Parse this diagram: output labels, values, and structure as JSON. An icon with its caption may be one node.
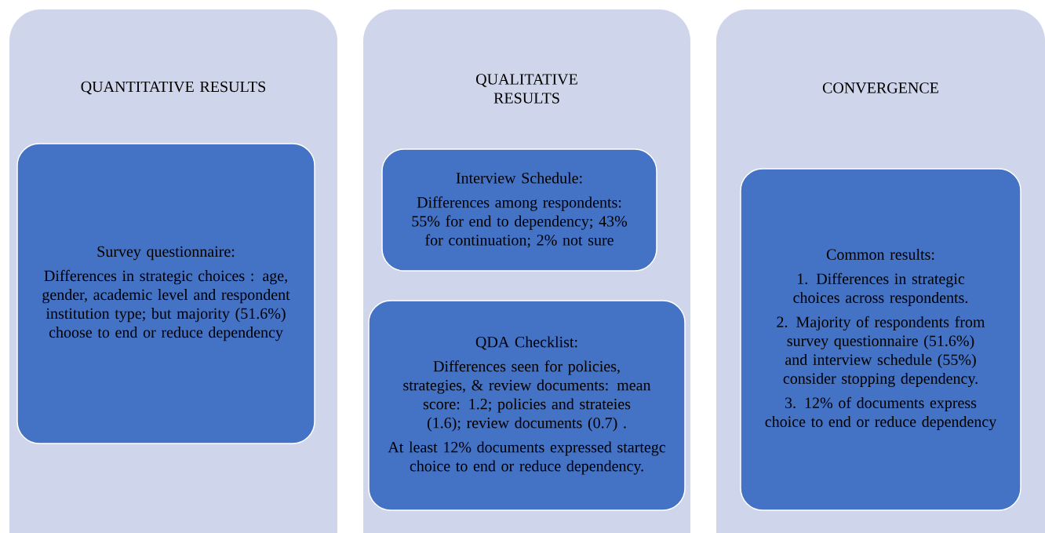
{
  "diagram": {
    "nodes": [
      {
        "text": [
          "QUANTITATIVE RESULTS"
        ]
      },
      {
        "text": [
          "Survey questionnaire:",
          "Differences in strategic choices : age, gender, academic level and respondent institution type; but majority (51.6%) choose to end or reduce dependency"
        ],
        "in": 0
      },
      {
        "text": [
          "QUALITATIVE RESULTS"
        ]
      },
      {
        "text": [
          "Interview Schedule:",
          "Differences among respondents: 55% for end to dependency; 43% for continuation; 2% not sure"
        ],
        "in": 2
      },
      {
        "text": [
          "QDA Checklist:",
          "Differences seen for policies, strategies, & review documents: mean score: 1.2; policies and strateies (1.6); review documents (0.7) .",
          "At least 12% documents expressed startegc choice to end or reduce dependency."
        ],
        "in": 2
      },
      {
        "text": [
          "CONVERGENCE"
        ]
      },
      {
        "text": [
          "Common results:",
          "1. Differences in strategic choices across respondents.",
          "2. Majority of respondents from survey questionnaire (51.6%) and interview schedule (55%) consider stopping dependency.",
          "3. 12% of documents express choice to end or reduce dependency"
        ],
        "in": 5
      }
    ]
  }
}
